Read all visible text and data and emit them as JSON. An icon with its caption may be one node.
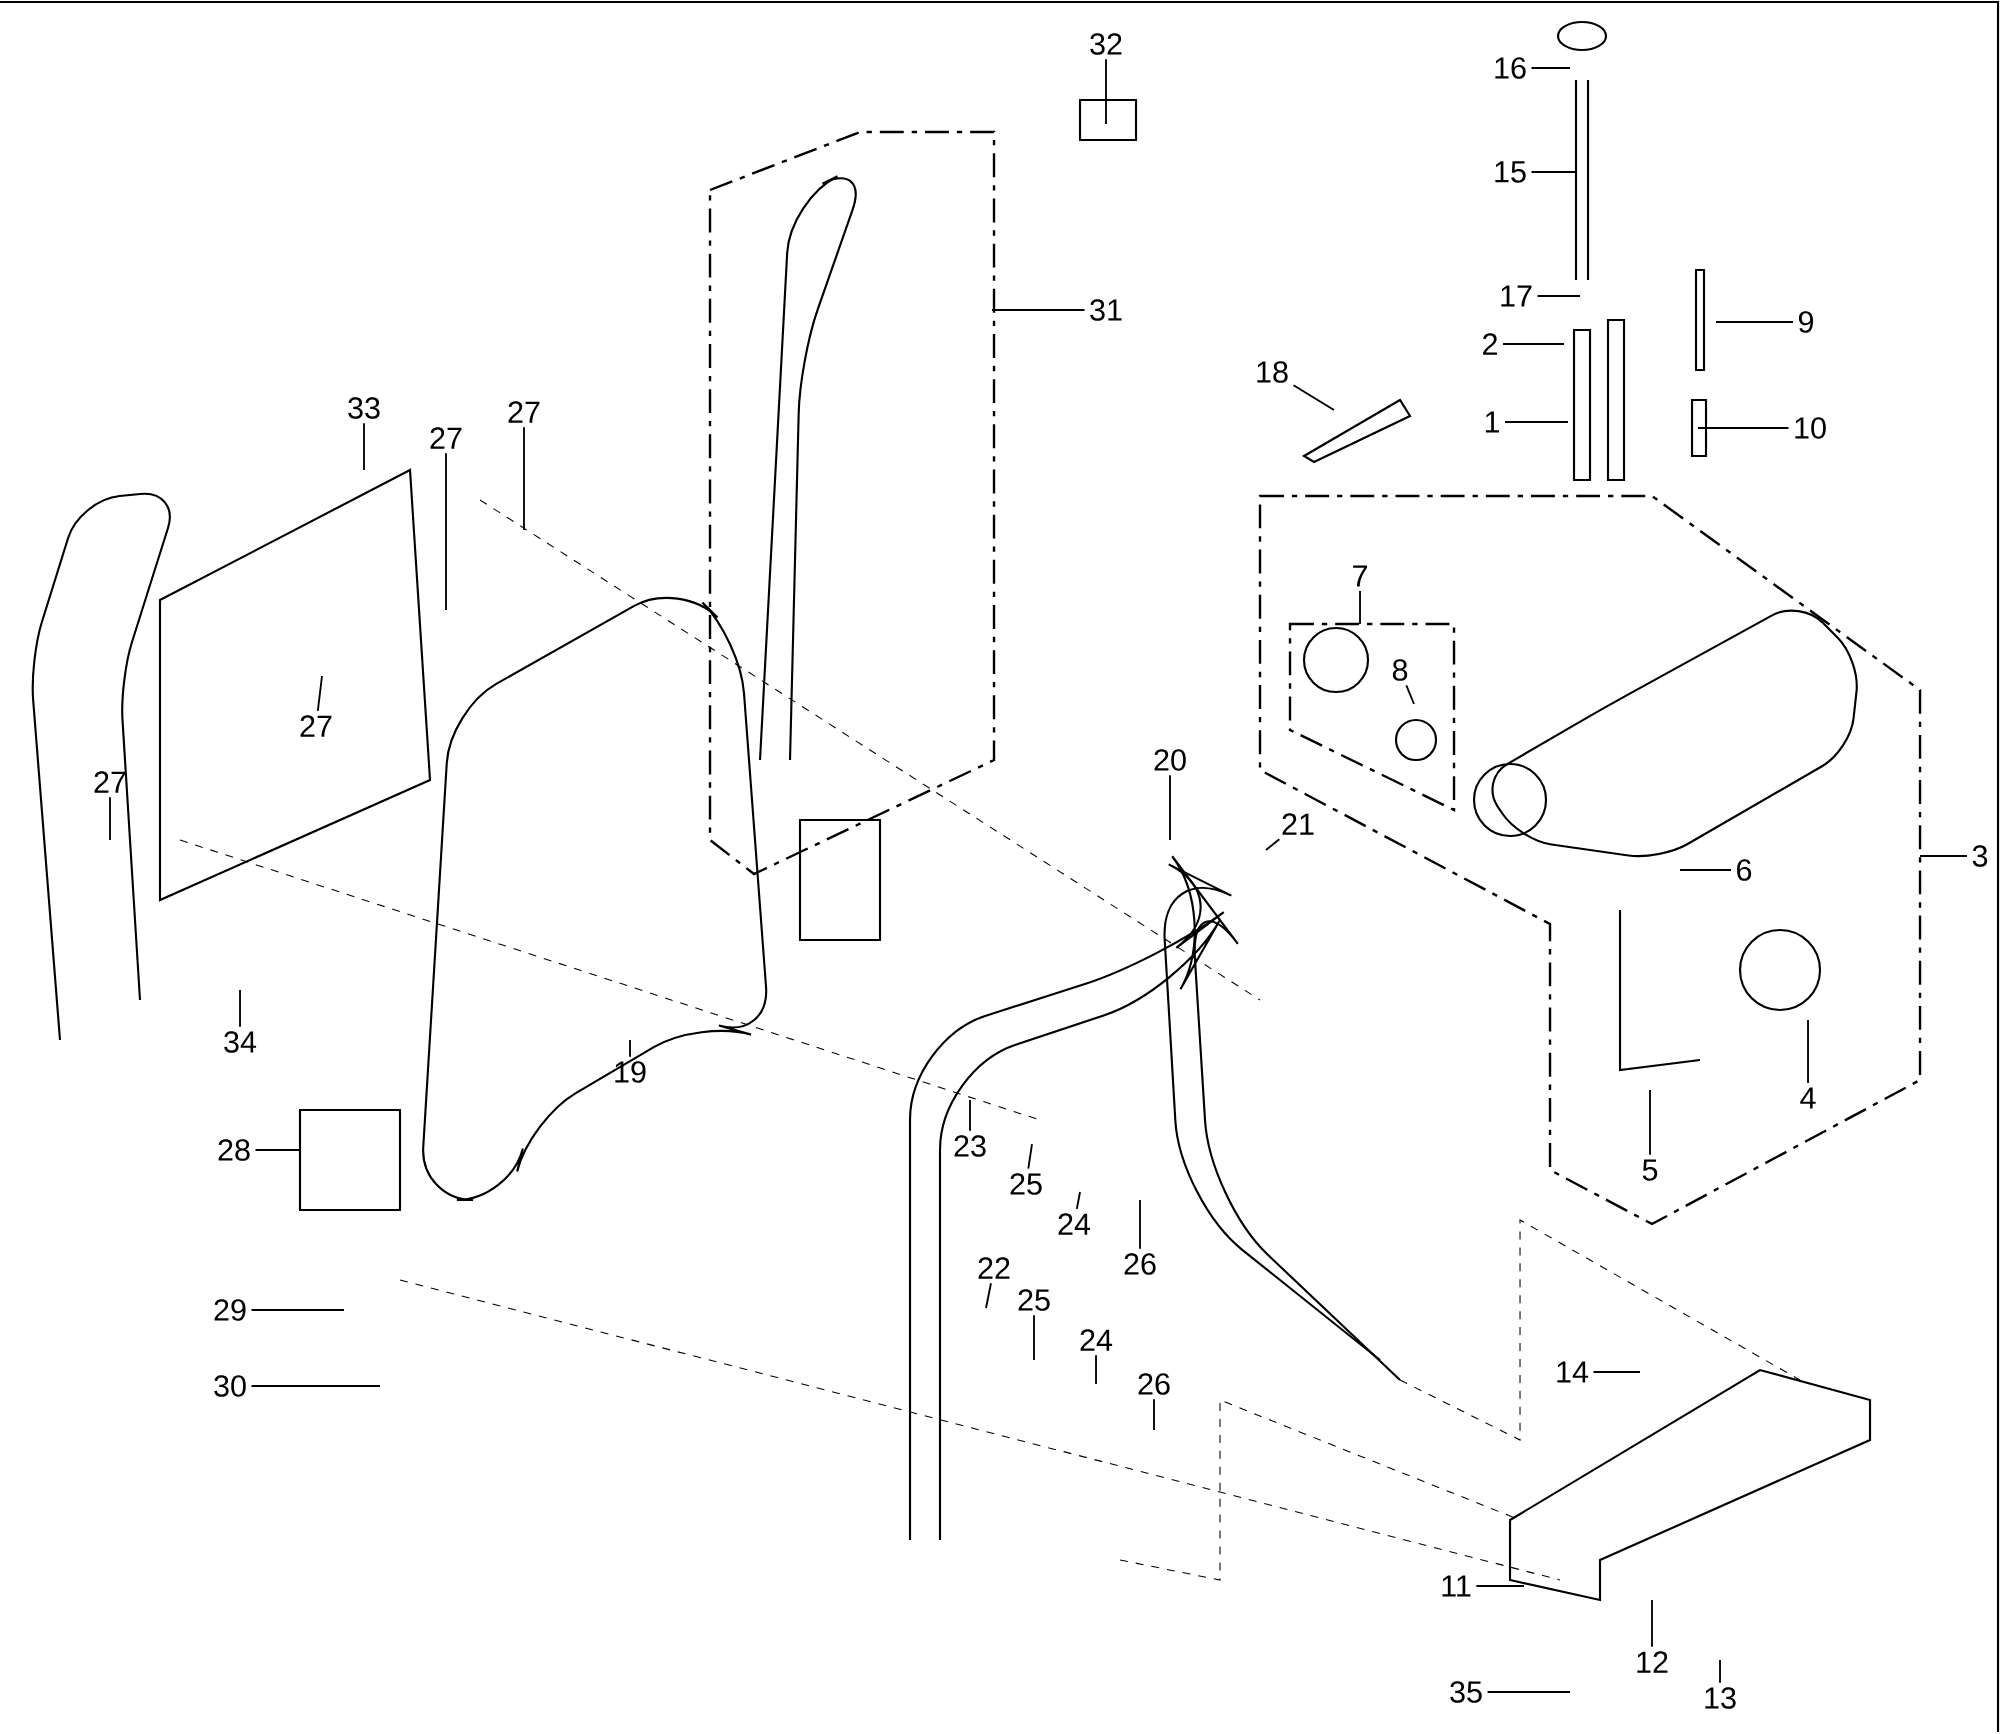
{
  "diagram": {
    "nodes": [
      {
        "text": [
          "16"
        ]
      },
      {
        "text": [
          "15"
        ]
      },
      {
        "text": [
          "17"
        ]
      },
      {
        "text": [
          "2"
        ]
      },
      {
        "text": [
          "1"
        ]
      },
      {
        "text": [
          "18"
        ]
      },
      {
        "text": [
          "9"
        ]
      },
      {
        "text": [
          "10"
        ]
      },
      {
        "text": [
          "32"
        ]
      },
      {
        "text": [
          "31"
        ]
      },
      {
        "text": [
          "33"
        ]
      },
      {
        "text": [
          "27"
        ]
      },
      {
        "text": [
          "27"
        ]
      },
      {
        "text": [
          "27"
        ]
      },
      {
        "text": [
          "27"
        ]
      },
      {
        "text": [
          "7"
        ]
      },
      {
        "text": [
          "8"
        ]
      },
      {
        "text": [
          "3"
        ]
      },
      {
        "text": [
          "6"
        ]
      },
      {
        "text": [
          "4"
        ]
      },
      {
        "text": [
          "5"
        ]
      },
      {
        "text": [
          "20"
        ]
      },
      {
        "text": [
          "21"
        ]
      },
      {
        "text": [
          "19"
        ]
      },
      {
        "text": [
          "34"
        ]
      },
      {
        "text": [
          "28"
        ]
      },
      {
        "text": [
          "23"
        ]
      },
      {
        "text": [
          "25"
        ]
      },
      {
        "text": [
          "24"
        ]
      },
      {
        "text": [
          "26"
        ]
      },
      {
        "text": [
          "29"
        ]
      },
      {
        "text": [
          "30"
        ]
      },
      {
        "text": [
          "22"
        ]
      },
      {
        "text": [
          "25"
        ]
      },
      {
        "text": [
          "24"
        ]
      },
      {
        "text": [
          "26"
        ]
      },
      {
        "text": [
          "14"
        ]
      },
      {
        "text": [
          "11"
        ]
      },
      {
        "text": [
          "35"
        ]
      },
      {
        "text": [
          "12"
        ]
      },
      {
        "text": [
          "13"
        ]
      }
    ],
    "edges": [
      {
        "from": 0,
        "to": null,
        "arrow": "none"
      },
      {
        "from": 1,
        "to": null,
        "arrow": "none"
      },
      {
        "from": 2,
        "to": null,
        "arrow": "none"
      },
      {
        "from": 3,
        "to": null,
        "arrow": "none"
      },
      {
        "from": 4,
        "to": null,
        "arrow": "none"
      },
      {
        "from": 5,
        "to": null,
        "arrow": "none"
      },
      {
        "from": 6,
        "to": null,
        "arrow": "none"
      },
      {
        "from": 7,
        "to": null,
        "arrow": "none"
      },
      {
        "from": 8,
        "to": null,
        "arrow": "none"
      },
      {
        "from": 9,
        "to": null,
        "arrow": "none"
      },
      {
        "from": 10,
        "to": null,
        "arrow": "none"
      },
      {
        "from": 11,
        "to": null,
        "arrow": "none"
      },
      {
        "from": 12,
        "to": null,
        "arrow": "none"
      },
      {
        "from": 13,
        "to": null,
        "arrow": "none"
      },
      {
        "from": 14,
        "to": null,
        "arrow": "none"
      },
      {
        "from": 15,
        "to": null,
        "arrow": "none"
      },
      {
        "from": 16,
        "to": null,
        "arrow": "none"
      },
      {
        "from": 17,
        "to": null,
        "arrow": "none"
      },
      {
        "from": 18,
        "to": null,
        "arrow": "none"
      },
      {
        "from": 19,
        "to": null,
        "arrow": "none"
      },
      {
        "from": 20,
        "to": null,
        "arrow": "none"
      },
      {
        "from": 21,
        "to": null,
        "arrow": "none"
      },
      {
        "from": 22,
        "to": null,
        "arrow": "none"
      },
      {
        "from": 23,
        "to": null,
        "arrow": "none"
      },
      {
        "from": 24,
        "to": null,
        "arrow": "none"
      },
      {
        "from": 25,
        "to": null,
        "arrow": "none"
      },
      {
        "from": 26,
        "to": null,
        "arrow": "none"
      },
      {
        "from": 27,
        "to": null,
        "arrow": "none"
      },
      {
        "from": 28,
        "to": null,
        "arrow": "none"
      },
      {
        "from": 29,
        "to": null,
        "arrow": "none"
      },
      {
        "from": 30,
        "to": null,
        "arrow": "none"
      },
      {
        "from": 31,
        "to": null,
        "arrow": "none"
      },
      {
        "from": 32,
        "to": null,
        "arrow": "none"
      },
      {
        "from": 33,
        "to": null,
        "arrow": "none"
      },
      {
        "from": 34,
        "to": null,
        "arrow": "none"
      },
      {
        "from": 35,
        "to": null,
        "arrow": "none"
      },
      {
        "from": 36,
        "to": null,
        "arrow": "none"
      },
      {
        "from": 37,
        "to": null,
        "arrow": "none"
      },
      {
        "from": 38,
        "to": null,
        "arrow": "none"
      },
      {
        "from": 39,
        "to": null,
        "arrow": "none"
      },
      {
        "from": 40,
        "to": null,
        "arrow": "none"
      }
    ]
  }
}
